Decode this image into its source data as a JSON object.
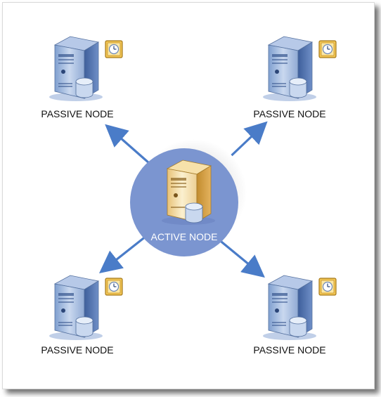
{
  "diagram": {
    "center_node": {
      "label": "ACTIVE NODE",
      "icon": "server-database-icon"
    },
    "nodes": [
      {
        "label": "PASSIVE NODE",
        "icon": "server-database-icon",
        "badge": "clock-icon"
      },
      {
        "label": "PASSIVE NODE",
        "icon": "server-database-icon",
        "badge": "clock-icon"
      },
      {
        "label": "PASSIVE NODE",
        "icon": "server-database-icon",
        "badge": "clock-icon"
      },
      {
        "label": "PASSIVE NODE",
        "icon": "server-database-icon",
        "badge": "clock-icon"
      }
    ],
    "colors": {
      "center_circle": "#7b95d0",
      "arrow": "#4a7cc8",
      "passive_server": "#a9bfdf",
      "active_server": "#f2d79a",
      "badge": "#f0c453"
    }
  }
}
